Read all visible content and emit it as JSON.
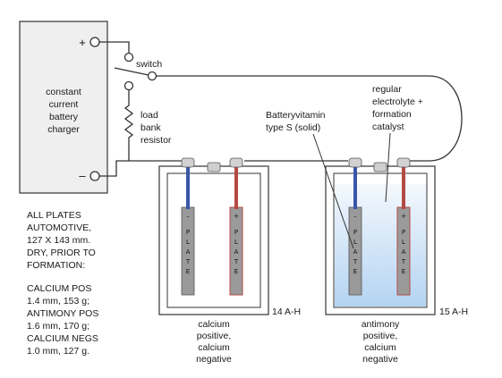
{
  "charger": {
    "lines": [
      "constant",
      "current",
      "battery",
      "charger"
    ],
    "plus": "+",
    "minus": "–"
  },
  "switch_label": "switch",
  "resistor_lines": [
    "load",
    "bank",
    "resistor"
  ],
  "battery_left": {
    "capacity": "14 A-H",
    "caption": [
      "calcium",
      "positive,",
      "calcium",
      "negative"
    ]
  },
  "battery_right": {
    "capacity": "15 A-H",
    "caption": [
      "antimony",
      "positive,",
      "calcium",
      "negative"
    ]
  },
  "annotations": {
    "additive": [
      "Batteryvitamin",
      "type S (solid)"
    ],
    "electrolyte": [
      "regular",
      "electrolyte +",
      "formation",
      "catalyst"
    ]
  },
  "plate": {
    "neg_sign": "–",
    "pos_sign": "+",
    "word": [
      "P",
      "L",
      "A",
      "T",
      "E"
    ]
  },
  "notes": [
    "ALL PLATES",
    "AUTOMOTIVE,",
    "127 X 143 mm.",
    "DRY, PRIOR TO",
    "FORMATION:",
    "",
    "CALCIUM POS",
    "1.4 mm, 153 g;",
    "ANTIMONY POS",
    "1.6 mm, 170 g;",
    "CALCIUM NEGS",
    "1.0 mm, 127 g."
  ],
  "colors": {
    "wire": "#333333",
    "charger_fill": "#efefef",
    "electrolyte_top": "#f4f8fd",
    "electrolyte_bottom": "#b4d4f2",
    "plate_gray": "#9a9a9a",
    "neg_rod": "#3a56a6",
    "pos_rod": "#b34a44"
  }
}
